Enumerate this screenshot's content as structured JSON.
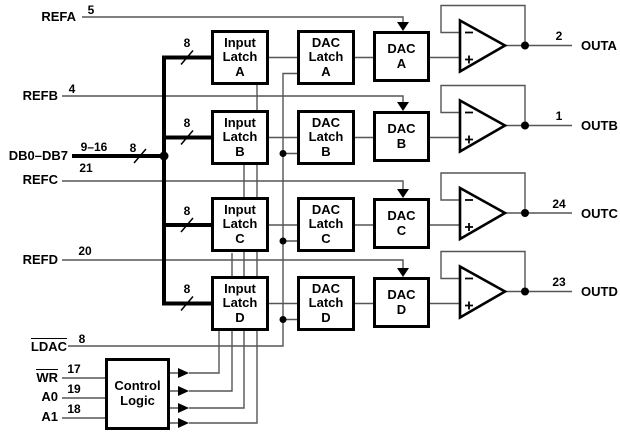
{
  "diagram": {
    "bus": {
      "label": "DB0–DB7",
      "pins": "9–16",
      "width_marker": "8"
    },
    "ldac": {
      "label": "LDAC",
      "pin": "8"
    },
    "control_logic": {
      "label": "Control\nLogic"
    },
    "control_inputs": [
      {
        "label": "WR",
        "pin": "17"
      },
      {
        "label": "A0",
        "pin": "19"
      },
      {
        "label": "A1",
        "pin": "18"
      }
    ],
    "channels": [
      {
        "id": "A",
        "ref": {
          "label": "REFA",
          "pin": "5"
        },
        "input_latch": "Input\nLatch\nA",
        "dac_latch": "DAC\nLatch\nA",
        "dac": "DAC\nA",
        "bus_width": "8",
        "out": {
          "pin": "2",
          "label": "OUTA"
        }
      },
      {
        "id": "B",
        "ref": {
          "label": "REFB",
          "pin": "4"
        },
        "input_latch": "Input\nLatch\nB",
        "dac_latch": "DAC\nLatch\nB",
        "dac": "DAC\nB",
        "bus_width": "8",
        "out": {
          "pin": "1",
          "label": "OUTB"
        }
      },
      {
        "id": "C",
        "ref": {
          "label": "REFC",
          "pin": "21"
        },
        "input_latch": "Input\nLatch\nC",
        "dac_latch": "DAC\nLatch\nC",
        "dac": "DAC\nC",
        "bus_width": "8",
        "out": {
          "pin": "24",
          "label": "OUTC"
        }
      },
      {
        "id": "D",
        "ref": {
          "label": "REFD",
          "pin": "20"
        },
        "input_latch": "Input\nLatch\nD",
        "dac_latch": "DAC\nLatch\nD",
        "dac": "DAC\nD",
        "bus_width": "8",
        "out": {
          "pin": "23",
          "label": "OUTD"
        }
      }
    ]
  },
  "colors": {
    "wire": "#555555",
    "ink": "#000000",
    "background": "#ffffff"
  }
}
